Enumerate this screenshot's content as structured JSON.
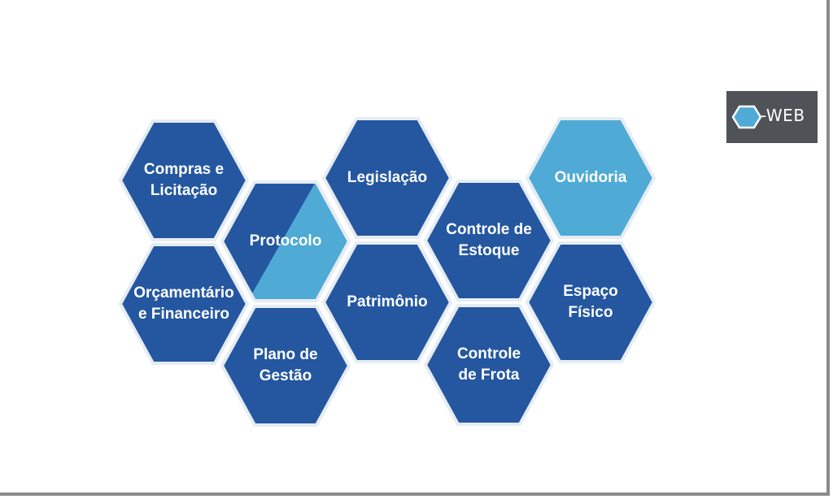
{
  "colors": {
    "dark_blue": "#2457a0",
    "light_blue": "#4faad6",
    "stroke": "#e6ecf3",
    "badge_bg": "#4f5357"
  },
  "modules": [
    {
      "id": "compras",
      "lines": [
        "Compras e",
        "Licitação"
      ],
      "color": "dark_blue"
    },
    {
      "id": "protocolo",
      "lines": [
        "Protocolo"
      ],
      "color": "split"
    },
    {
      "id": "orcamentario",
      "lines": [
        "Orçamentário",
        "e Financeiro"
      ],
      "color": "dark_blue"
    },
    {
      "id": "plano",
      "lines": [
        "Plano de",
        "Gestão"
      ],
      "color": "dark_blue"
    },
    {
      "id": "legislacao",
      "lines": [
        "Legislação"
      ],
      "color": "dark_blue"
    },
    {
      "id": "patrimonio",
      "lines": [
        "Patrimônio"
      ],
      "color": "dark_blue"
    },
    {
      "id": "estoque",
      "lines": [
        "Controle de",
        "Estoque"
      ],
      "color": "dark_blue"
    },
    {
      "id": "frota",
      "lines": [
        "Controle",
        "de Frota"
      ],
      "color": "dark_blue"
    },
    {
      "id": "ouvidoria",
      "lines": [
        "Ouvidoria"
      ],
      "color": "light_blue"
    },
    {
      "id": "espaco",
      "lines": [
        "Espaço",
        "Físico"
      ],
      "color": "dark_blue"
    }
  ],
  "badge": {
    "icon": "hexagon-icon",
    "text": "-WEB"
  }
}
